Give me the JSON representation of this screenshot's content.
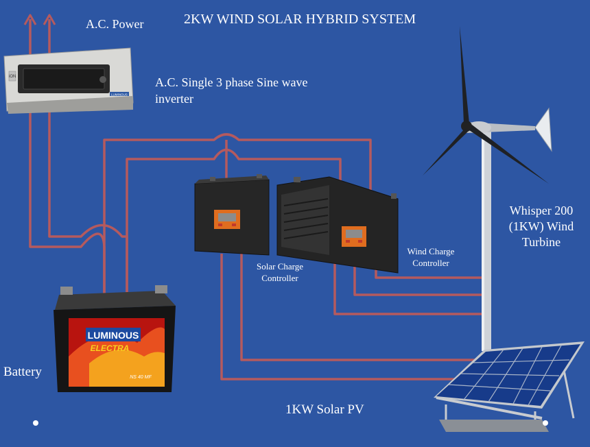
{
  "title": "2KW WIND SOLAR HYBRID SYSTEM",
  "labels": {
    "ac_power": "A.C. Power",
    "inverter": "A.C. Single 3 phase Sine wave inverter",
    "turbine": "Whisper 200 (1KW) Wind Turbine",
    "solar_controller": "Solar Charge Controller",
    "wind_controller": "Wind Charge Controller",
    "battery": "Battery",
    "solar_pv": "1KW Solar PV"
  },
  "device_text": {
    "inverter_brand": "LUMINOUS",
    "inverter_model": "iON",
    "battery_brand": "LUMINOUS",
    "battery_series": "ELECTRA",
    "battery_model": "NS 40 MF"
  },
  "colors": {
    "background": "#2d56a3",
    "wire": "#b55a5e",
    "label_text": "#ffffff"
  }
}
